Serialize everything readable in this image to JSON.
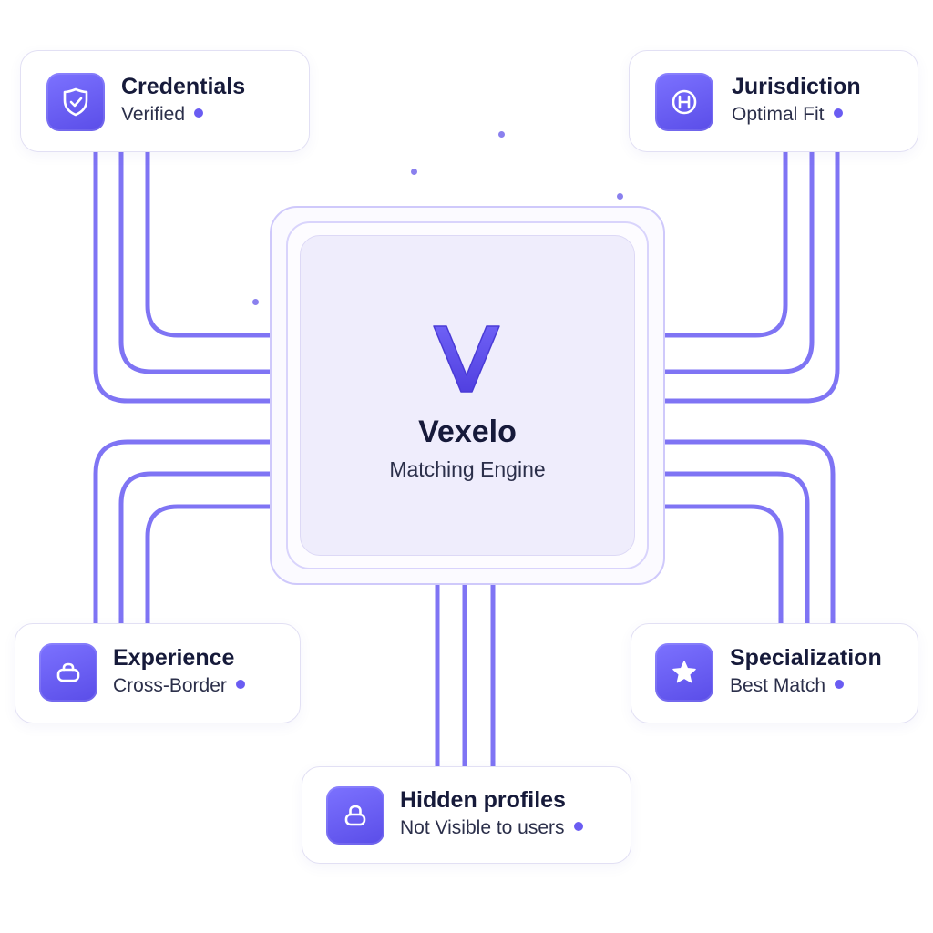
{
  "engine": {
    "logo_letter": "V",
    "name": "Vexelo",
    "subtitle": "Matching Engine"
  },
  "cards": {
    "credentials": {
      "title": "Credentials",
      "status": "Verified",
      "icon": "shield-check-icon"
    },
    "jurisdiction": {
      "title": "Jurisdiction",
      "status": "Optimal Fit",
      "icon": "jurisdiction-icon"
    },
    "experience": {
      "title": "Experience",
      "status": "Cross-Border",
      "icon": "briefcase-icon"
    },
    "specialization": {
      "title": "Specialization",
      "status": "Best Match",
      "icon": "star-icon"
    },
    "hidden_profiles": {
      "title": "Hidden profiles",
      "status": "Not Visible to users",
      "icon": "lock-icon"
    }
  },
  "colors": {
    "accent": "#6a5cf2",
    "wire": "#7f74f4",
    "chip_fill": "#efedfc"
  }
}
